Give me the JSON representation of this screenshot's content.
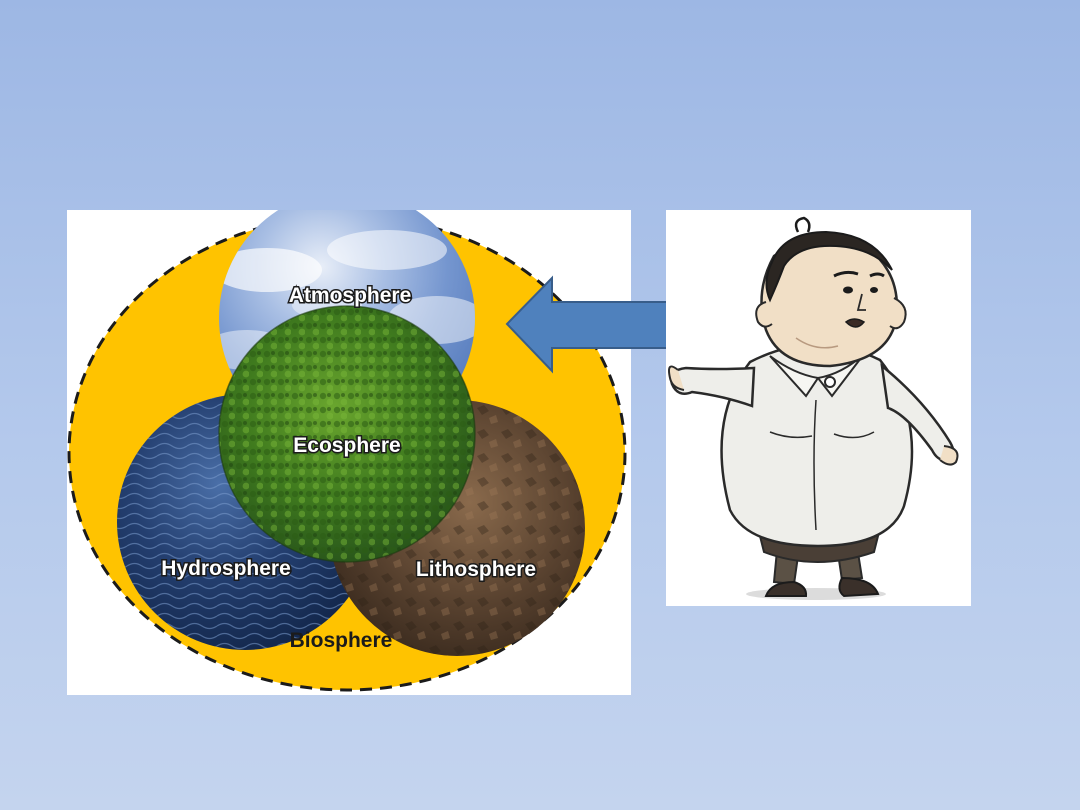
{
  "diagram": {
    "spheres": {
      "atmosphere": "Atmosphere",
      "ecosphere": "Ecosphere",
      "hydrosphere": "Hydrosphere",
      "lithosphere": "Lithosphere",
      "biosphere": "Biosphere"
    }
  },
  "colors": {
    "background_top": "#9db7e4",
    "background_bottom": "#c4d4ee",
    "biosphere_fill": "#ffc300",
    "arrow_fill": "#4f81bd",
    "arrow_stroke": "#385d8a",
    "atmosphere_sky": "#7f9fd6",
    "ecosphere_forest": "#3f7a1e",
    "hydrosphere_water": "#1d3b6b",
    "lithosphere_rock": "#5a4330"
  },
  "icons": {
    "arrow": "left-arrow",
    "character": "cartoon-scientist-illustration"
  }
}
